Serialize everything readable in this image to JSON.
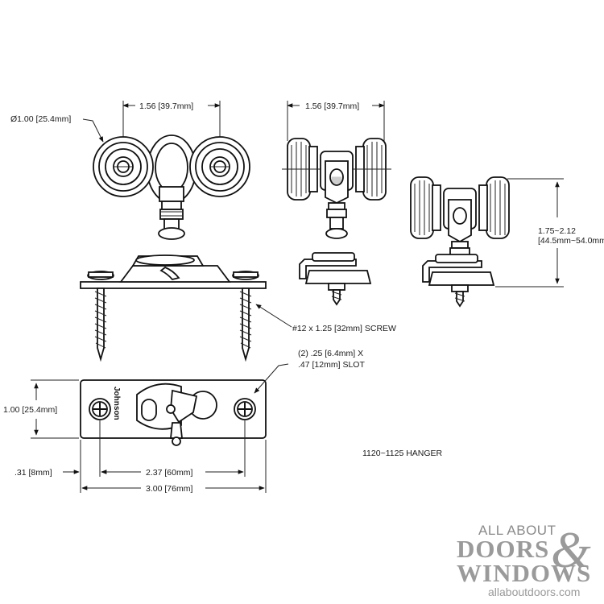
{
  "diagram": {
    "labels": {
      "wheel_diameter": "Ø1.00 [25.4mm]",
      "wheel_spacing_front": "1.56 [39.7mm]",
      "wheel_spacing_side": "1.56 [39.7mm]",
      "height_range_in": "1.75~2.12",
      "height_range_mm": "[44.5mm~54.0mm]",
      "screw": "#12 x 1.25 [32mm] SCREW",
      "slot_line1": "(2) .25 [6.4mm] X",
      "slot_line2": ".47 [12mm] SLOT",
      "plate_height": "1.00 [25.4mm]",
      "edge_offset": ".31 [8mm]",
      "hole_spacing": "2.37 [60mm]",
      "plate_width": "3.00 [76mm]",
      "model": "1120~1125 HANGER",
      "plate_brand": "Johnson"
    },
    "watermark": {
      "line1": "ALL ABOUT",
      "line2": "DOORS",
      "ampersand": "&",
      "line3": "WINDOWS",
      "url": "allaboutdoors.com"
    }
  }
}
